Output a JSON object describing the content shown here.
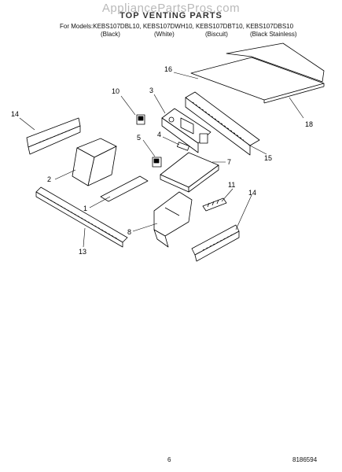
{
  "header": {
    "watermark": "AppliancePartsPros.com",
    "title": "TOP VENTING PARTS",
    "models": "For Models:KEBS107DBL10, KEBS107DWH10, KEBS107DBT10, KEBS107DBS10",
    "colors": [
      "(Black)",
      "(White)",
      "(Biscuit)",
      "(Black Stainless)"
    ]
  },
  "callouts": [
    "1",
    "2",
    "3",
    "4",
    "5",
    "7",
    "8",
    "10",
    "11",
    "13",
    "14",
    "14",
    "15",
    "16",
    "18"
  ],
  "footer": {
    "page": "6",
    "doc": "8186594"
  }
}
